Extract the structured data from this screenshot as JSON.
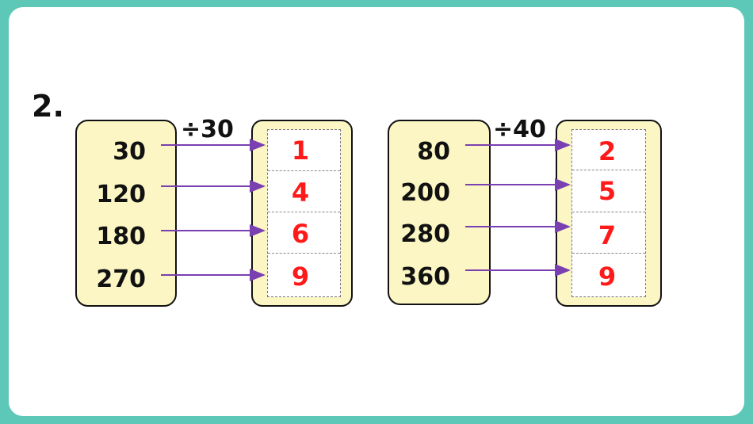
{
  "question_number": "2.",
  "groups": [
    {
      "operator": "÷30",
      "inputs": [
        "30",
        "120",
        "180",
        "270"
      ],
      "outputs": [
        "1",
        "4",
        "6",
        "9"
      ]
    },
    {
      "operator": "÷40",
      "inputs": [
        "80",
        "200",
        "280",
        "360"
      ],
      "outputs": [
        "2",
        "5",
        "7",
        "9"
      ]
    }
  ],
  "colors": {
    "background": "#5ec8b8",
    "box_fill": "#fbf6c4",
    "arrow": "#7a3fb0",
    "answer": "#ff1a1a"
  }
}
